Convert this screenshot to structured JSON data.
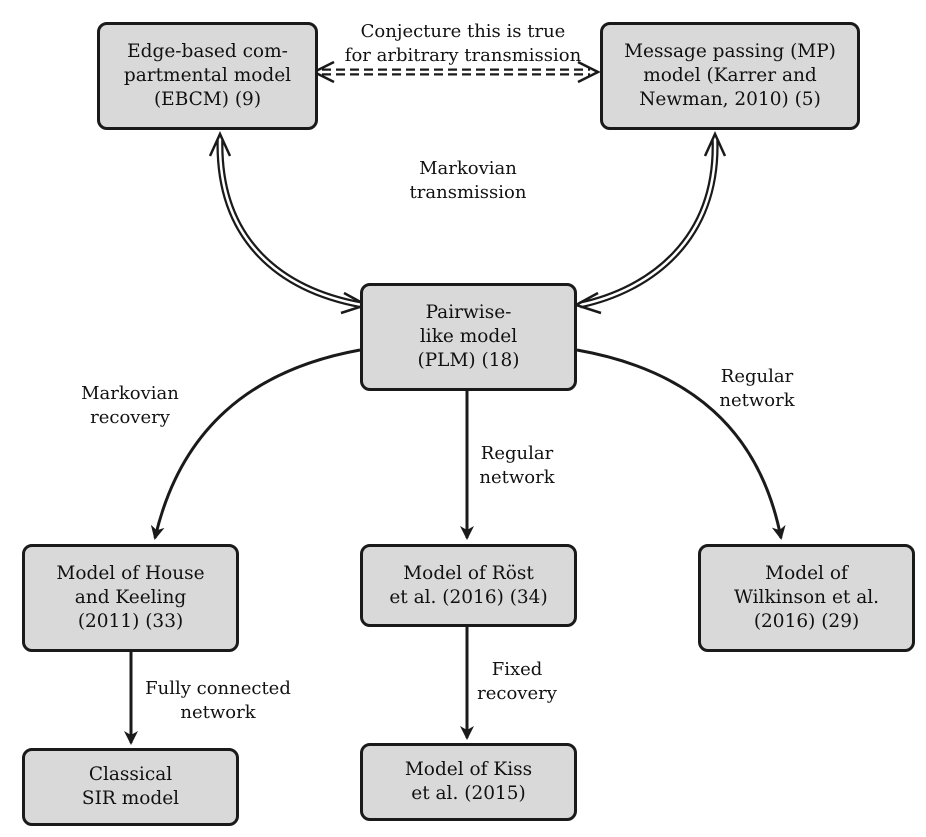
{
  "nodes": {
    "ebcm": {
      "lines": [
        "Edge-based com-",
        "partmental model",
        "(EBCM) (9)"
      ]
    },
    "mp": {
      "lines": [
        "Message passing (MP)",
        "model (Karrer and",
        "Newman, 2010) (5)"
      ]
    },
    "plm": {
      "lines": [
        "Pairwise-",
        "like model",
        "(PLM) (18)"
      ]
    },
    "house": {
      "lines": [
        "Model of House",
        "and Keeling",
        "(2011) (33)"
      ]
    },
    "rost": {
      "lines": [
        "Model of Röst",
        "et al. (2016) (34)"
      ]
    },
    "wilkinson": {
      "lines": [
        "Model of",
        "Wilkinson et al.",
        "(2016) (29)"
      ]
    },
    "sir": {
      "lines": [
        "Classical",
        "SIR model"
      ]
    },
    "kiss": {
      "lines": [
        "Model of Kiss",
        "et al. (2015)"
      ]
    }
  },
  "edge_labels": {
    "conjecture": [
      "Conjecture this is true",
      "for arbitrary transmission"
    ],
    "markovian_transmission": [
      "Markovian",
      "transmission"
    ],
    "markovian_recovery": [
      "Markovian",
      "recovery"
    ],
    "regular_network_center": [
      "Regular",
      "network"
    ],
    "regular_network_right": [
      "Regular",
      "network"
    ],
    "fully_connected": [
      "Fully connected",
      "network"
    ],
    "fixed_recovery": [
      "Fixed",
      "recovery"
    ]
  },
  "colors": {
    "node_fill": "#d9d9d9",
    "stroke": "#1a1a1a",
    "text": "#111111"
  }
}
